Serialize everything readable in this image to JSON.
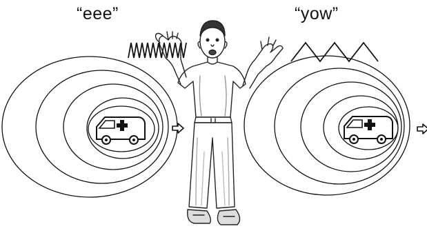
{
  "labels": {
    "left_sound": "“eee”",
    "right_sound": "“yow”"
  },
  "icons": {
    "left_wave": "high-frequency-zigzag",
    "right_wave": "low-frequency-zigzag",
    "vehicle": "ambulance-with-cross",
    "motion_arrow": "outline-right-arrow",
    "listener": "person-with-hands-raised"
  },
  "colors": {
    "ink": "#111111",
    "background": "#ffffff"
  }
}
